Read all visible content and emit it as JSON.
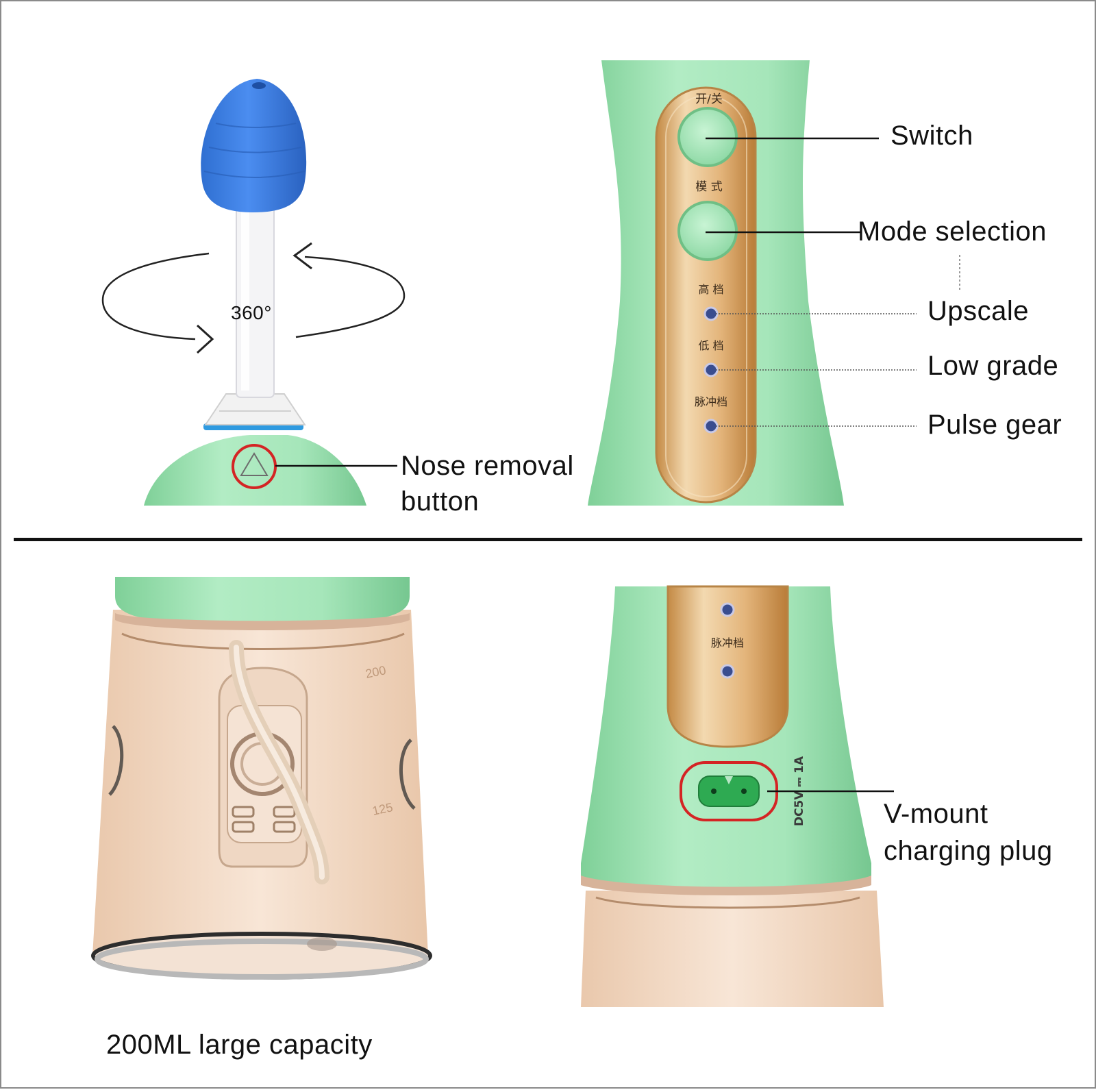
{
  "panel_top_left": {
    "rotation_label": "360°",
    "callout_nose_line1": "Nose removal",
    "callout_nose_line2": "button"
  },
  "panel_top_right": {
    "button_cn_switch": "开/关",
    "button_cn_mode": "模 式",
    "led_cn_high": "高 档",
    "led_cn_low": "低 档",
    "led_cn_pulse": "脉冲档",
    "callout_switch": "Switch",
    "callout_mode": "Mode selection",
    "callout_upscale": "Upscale",
    "callout_low": "Low grade",
    "callout_pulse": "Pulse gear"
  },
  "panel_bottom_left": {
    "mark_200": "200",
    "mark_125": "125",
    "caption": "200ML large capacity"
  },
  "panel_bottom_right": {
    "led_cn_pulse": "脉冲档",
    "port_rating": "DC5V ⎓ 1A",
    "callout_line1": "V-mount",
    "callout_line2": "charging plug"
  },
  "colors": {
    "device_green": "#9fe0b2",
    "device_green_dark": "#7cc99a",
    "nozzle_blue": "#3b7fe0",
    "gold_panel": "#d9a868",
    "highlight_red": "#d42424",
    "tank_peach": "#f1d6c0"
  }
}
